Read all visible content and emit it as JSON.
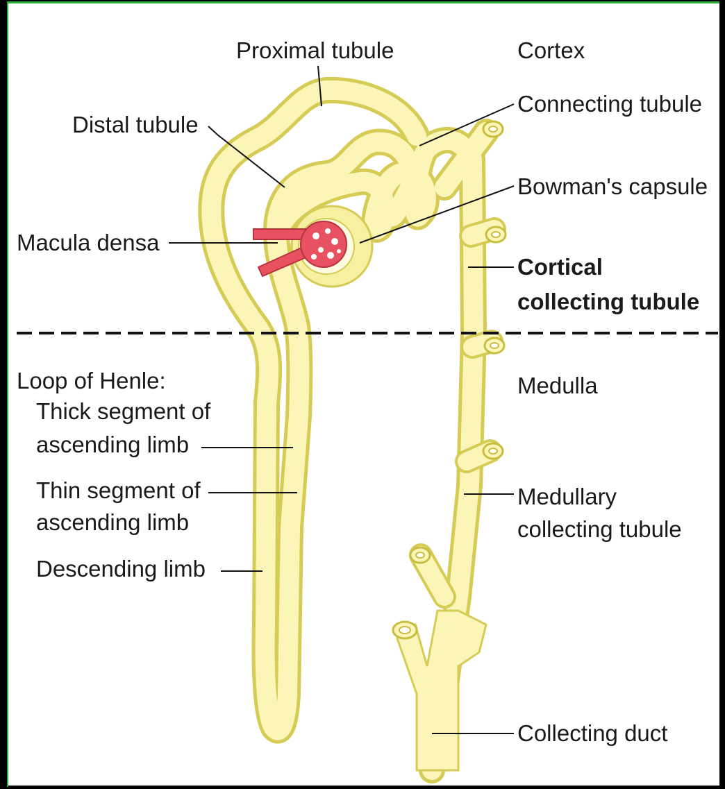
{
  "labels": {
    "proximal_tubule": "Proximal tubule",
    "cortex": "Cortex",
    "distal_tubule": "Distal tubule",
    "connecting_tubule": "Connecting tubule",
    "bowmans_capsule": "Bowman's capsule",
    "macula_densa": "Macula densa",
    "cortical_collecting_1": "Cortical",
    "cortical_collecting_2": "collecting tubule",
    "loop_of_henle": "Loop of Henle:",
    "thick_segment_1": "Thick segment of",
    "thick_segment_2": "ascending limb",
    "thin_segment_1": "Thin segment of",
    "thin_segment_2": "ascending limb",
    "descending_limb": "Descending limb",
    "medulla": "Medulla",
    "medullary_collecting_1": "Medullary",
    "medullary_collecting_2": "collecting tubule",
    "collecting_duct": "Collecting duct"
  },
  "colors": {
    "tubule_fill": "#fbf7b4",
    "tubule_edge": "#d9cf5e",
    "vessel_red": "#e8515f",
    "capsule_fill": "#f6f1a0",
    "background": "#ffffff",
    "frame": "#000000",
    "frame_edge": "#2fae3a"
  }
}
